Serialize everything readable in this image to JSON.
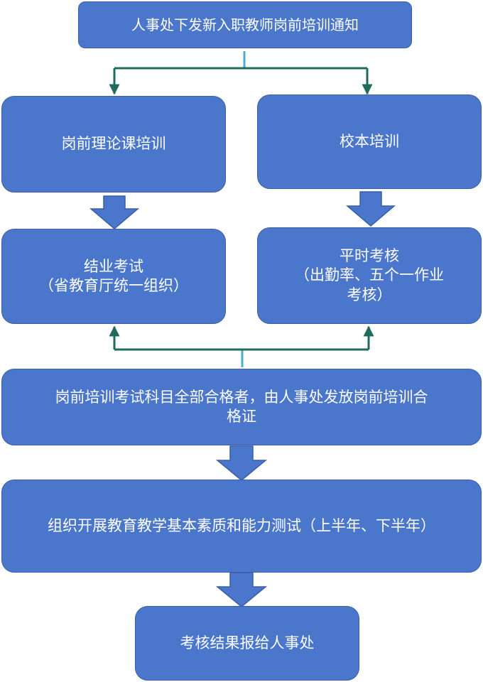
{
  "steps": {
    "notice": "人事处下发新入职教师岗前培训通知",
    "theory_training": "岗前理论课培训",
    "school_training": "校本培训",
    "graduation_exam": "结业考试\n（省教育厅统一组织）",
    "regular_assessment": "平时考核\n（出勤率、五个一作业\n考核）",
    "certificate": "岗前培训考试科目全部合格者，由人事处发放岗前培训合\n格证",
    "quality_test": "组织开展教育教学基本素质和能力测试（上半年、下半年）",
    "report": "考核结果报给人事处"
  },
  "colors": {
    "box_fill": "#4a76cc",
    "box_border": "#3a5ea8",
    "text": "#ffffff",
    "connector": "#1f6b5e",
    "connector_stub": "#4aaed0"
  }
}
